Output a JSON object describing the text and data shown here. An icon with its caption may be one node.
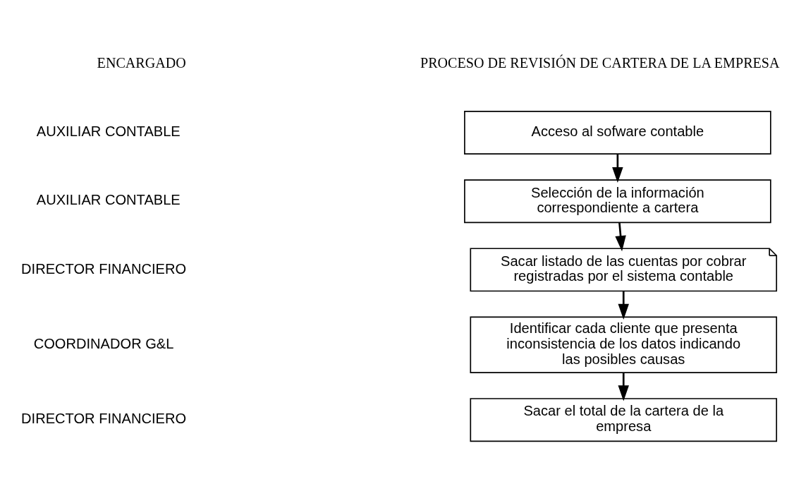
{
  "diagram": {
    "nodes": [
      {
        "text": [
          "Acceso al sofware contable"
        ]
      },
      {
        "text": [
          "Selección de la información correspondiente a cartera"
        ]
      },
      {
        "text": [
          "Sacar listado de las cuentas por cobrar registradas por el sistema contable"
        ]
      },
      {
        "text": [
          "Identificar cada cliente que presenta inconsistencia de los datos indicando las posibles causas"
        ]
      },
      {
        "text": [
          "Sacar el total de la cartera de la empresa"
        ]
      }
    ],
    "edges": [
      {
        "from": 0,
        "to": 1,
        "arrow": "to"
      },
      {
        "from": 1,
        "to": 2,
        "arrow": "to"
      },
      {
        "from": 2,
        "to": 3,
        "arrow": "to"
      },
      {
        "from": 3,
        "to": 4,
        "arrow": "to"
      }
    ],
    "labels": [
      "ENCARGADO",
      "PROCESO DE REVISIÓN DE CARTERA DE LA EMPRESA",
      "AUXILIAR CONTABLE",
      "AUXILIAR CONTABLE",
      "DIRECTOR FINANCIERO",
      "COORDINADOR G&L",
      "DIRECTOR FINANCIERO"
    ]
  }
}
